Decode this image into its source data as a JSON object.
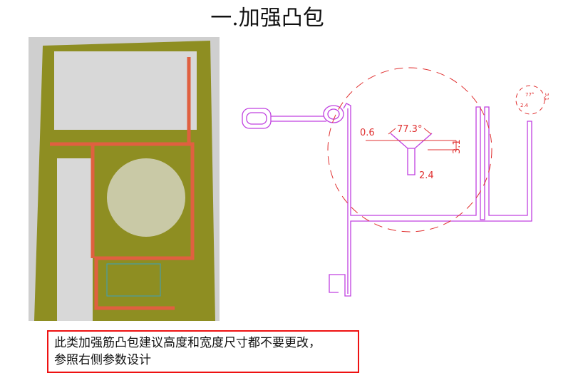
{
  "title": "一.加强凸包",
  "drawing": {
    "dimensions": {
      "angle": "77.3°",
      "thickness": "0.6",
      "height": "3.1",
      "width": "2.4"
    },
    "detail": {
      "angle": "77°",
      "height": "3.1",
      "width": "2.4"
    }
  },
  "note": {
    "line1": "此类加强筋凸包建议高度和宽度尺寸都不要更改，",
    "line2": "参照右侧参数设计"
  },
  "colors": {
    "profile": "#c040e0",
    "dimension": "#e03030",
    "panel": "#8a8a20",
    "note_border": "#e11111"
  }
}
